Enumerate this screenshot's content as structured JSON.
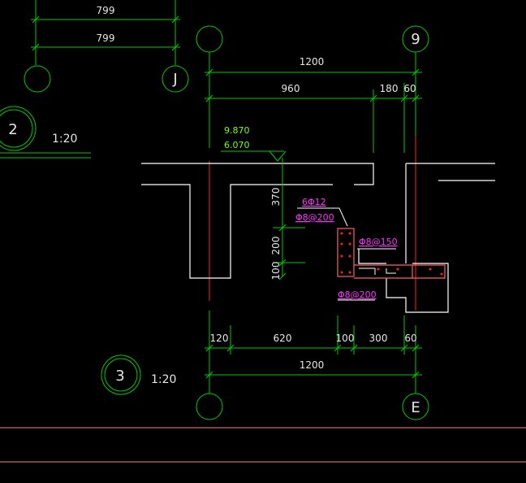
{
  "colors": {
    "background": "#000000",
    "dimension": "#00cc00",
    "structure": "#ffffff",
    "axis": "#ff2020",
    "rebar": "#ff33ff",
    "frame": "#ff6060"
  },
  "top_dims": [
    "799",
    "799"
  ],
  "grid_labels": {
    "top_left": "J",
    "right": "9",
    "bottom_right": "E"
  },
  "detail_2": {
    "number": "2",
    "scale": "1:20"
  },
  "detail_3": {
    "number": "3",
    "scale": "1:20"
  },
  "dims_top": {
    "overall": "1200",
    "seg_a": "960",
    "seg_b": "180",
    "seg_c": "60"
  },
  "levels": {
    "upper": "9.870",
    "lower": "6.070"
  },
  "dims_vertical": {
    "v1": "370",
    "v2": "200",
    "v3": "100"
  },
  "rebar": {
    "main": "6Φ12",
    "stirrup": "Φ8@200",
    "slab_top": "Φ8@150",
    "slab_bottom": "Φ8@200"
  },
  "dims_bottom": {
    "seg_a": "120",
    "seg_b": "620",
    "seg_c": "100",
    "seg_d": "300",
    "seg_e": "60",
    "overall": "1200"
  }
}
